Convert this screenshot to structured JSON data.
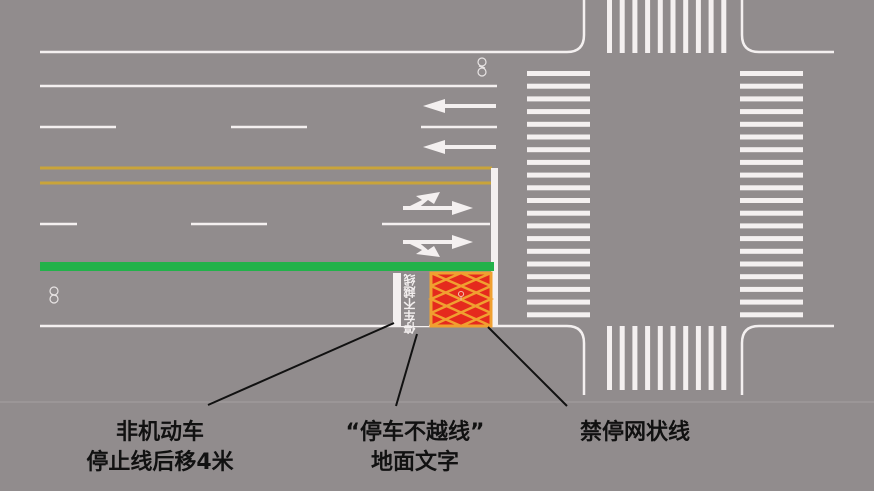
{
  "diagram": {
    "type": "road-marking-layout",
    "colors": {
      "road": "#918c8d",
      "white_marking": "#f4f0f0",
      "yellow_center": "#c9a43a",
      "bike_lane_green": "#22b24a",
      "no_stop_box_red": "#e52a1d",
      "no_stop_box_orange": "#f0a030",
      "leader_line": "#111111"
    },
    "stop_sign_text": "停车不越线",
    "annotations": [
      {
        "id": "bike-stop-line",
        "lines": [
          "非机动车",
          "停止线后移4米"
        ]
      },
      {
        "id": "stop-text",
        "lines": [
          "“停车不越线”",
          "地面文字"
        ]
      },
      {
        "id": "no-stop-grid",
        "lines": [
          "禁停网状线"
        ]
      }
    ],
    "elements": {
      "crosswalk_left_stripes": 20,
      "crosswalk_right_stripes": 20,
      "crosswalk_top_stripes": 10,
      "crosswalk_bottom_stripes": 10,
      "lane_arrows_westbound": [
        "left-arrow",
        "left-arrow"
      ],
      "lane_arrows_eastbound": [
        "left-turn-straight-arrow",
        "left-turn-straight-arrow"
      ]
    }
  }
}
